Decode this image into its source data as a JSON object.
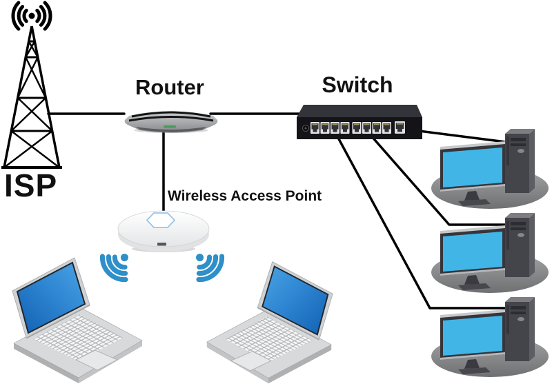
{
  "labels": {
    "isp": "ISP",
    "router": "Router",
    "switch": "Switch",
    "wireless_access_point": "Wireless Access Point"
  },
  "colors": {
    "background": "#ffffff",
    "line": "#000000",
    "label_text": "#111111",
    "wifi_blue": "#2e8fc9",
    "laptop_screen_blue_dark": "#1160b2",
    "laptop_screen_blue_light": "#4aa3e4",
    "monitor_screen_blue": "#41b5e6",
    "platform_gray": "#8e9092",
    "switch_body_black": "#141418",
    "wap_body_white": "#fbfcfd",
    "wap_hexagon_blue": "#9cc3e4",
    "router_gray": "#a7a9ab"
  },
  "icons": [
    "radio-antenna-icon",
    "wifi-signal-icon"
  ],
  "devices": [
    {
      "id": "isp-tower",
      "type": "ISP antenna tower",
      "label": "ISP"
    },
    {
      "id": "router",
      "type": "router",
      "label": "Router"
    },
    {
      "id": "switch",
      "type": "ethernet switch",
      "label": "Switch",
      "visible_ports": 9
    },
    {
      "id": "wireless-access-point",
      "type": "wireless access point",
      "label": "Wireless Access Point"
    },
    {
      "id": "laptop-1",
      "type": "laptop"
    },
    {
      "id": "laptop-2",
      "type": "laptop"
    },
    {
      "id": "desktop-1",
      "type": "desktop computer"
    },
    {
      "id": "desktop-2",
      "type": "desktop computer"
    },
    {
      "id": "desktop-3",
      "type": "desktop computer"
    }
  ],
  "connections": [
    {
      "from": "isp-tower",
      "to": "router",
      "type": "wired"
    },
    {
      "from": "router",
      "to": "switch",
      "type": "wired"
    },
    {
      "from": "router",
      "to": "wireless-access-point",
      "type": "wired"
    },
    {
      "from": "switch",
      "to": "desktop-1",
      "type": "wired"
    },
    {
      "from": "switch",
      "to": "desktop-2",
      "type": "wired"
    },
    {
      "from": "switch",
      "to": "desktop-3",
      "type": "wired"
    },
    {
      "from": "wireless-access-point",
      "to": "laptop-1",
      "type": "wireless"
    },
    {
      "from": "wireless-access-point",
      "to": "laptop-2",
      "type": "wireless"
    }
  ]
}
